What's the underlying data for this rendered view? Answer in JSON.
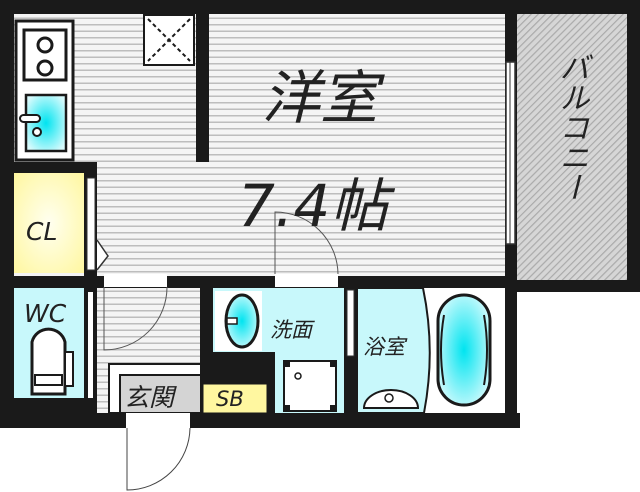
{
  "rooms": {
    "western_room": {
      "name": "洋室",
      "size": "7.4帖"
    },
    "balcony": "バルコニー",
    "closet": "CL",
    "toilet": "WC",
    "washroom": "洗面",
    "bathroom": "浴室",
    "entrance": "玄関",
    "shoe_box": "SB"
  },
  "colors": {
    "wall": "#1a1a1a",
    "wet_area": "#c8f8fb",
    "storage": "#fffcb0",
    "entrance_floor": "#d4d4d4",
    "balcony": "#d0d0d0",
    "floor_stripe": "#bdbdbd",
    "fixture_water": "#00e4f0"
  }
}
